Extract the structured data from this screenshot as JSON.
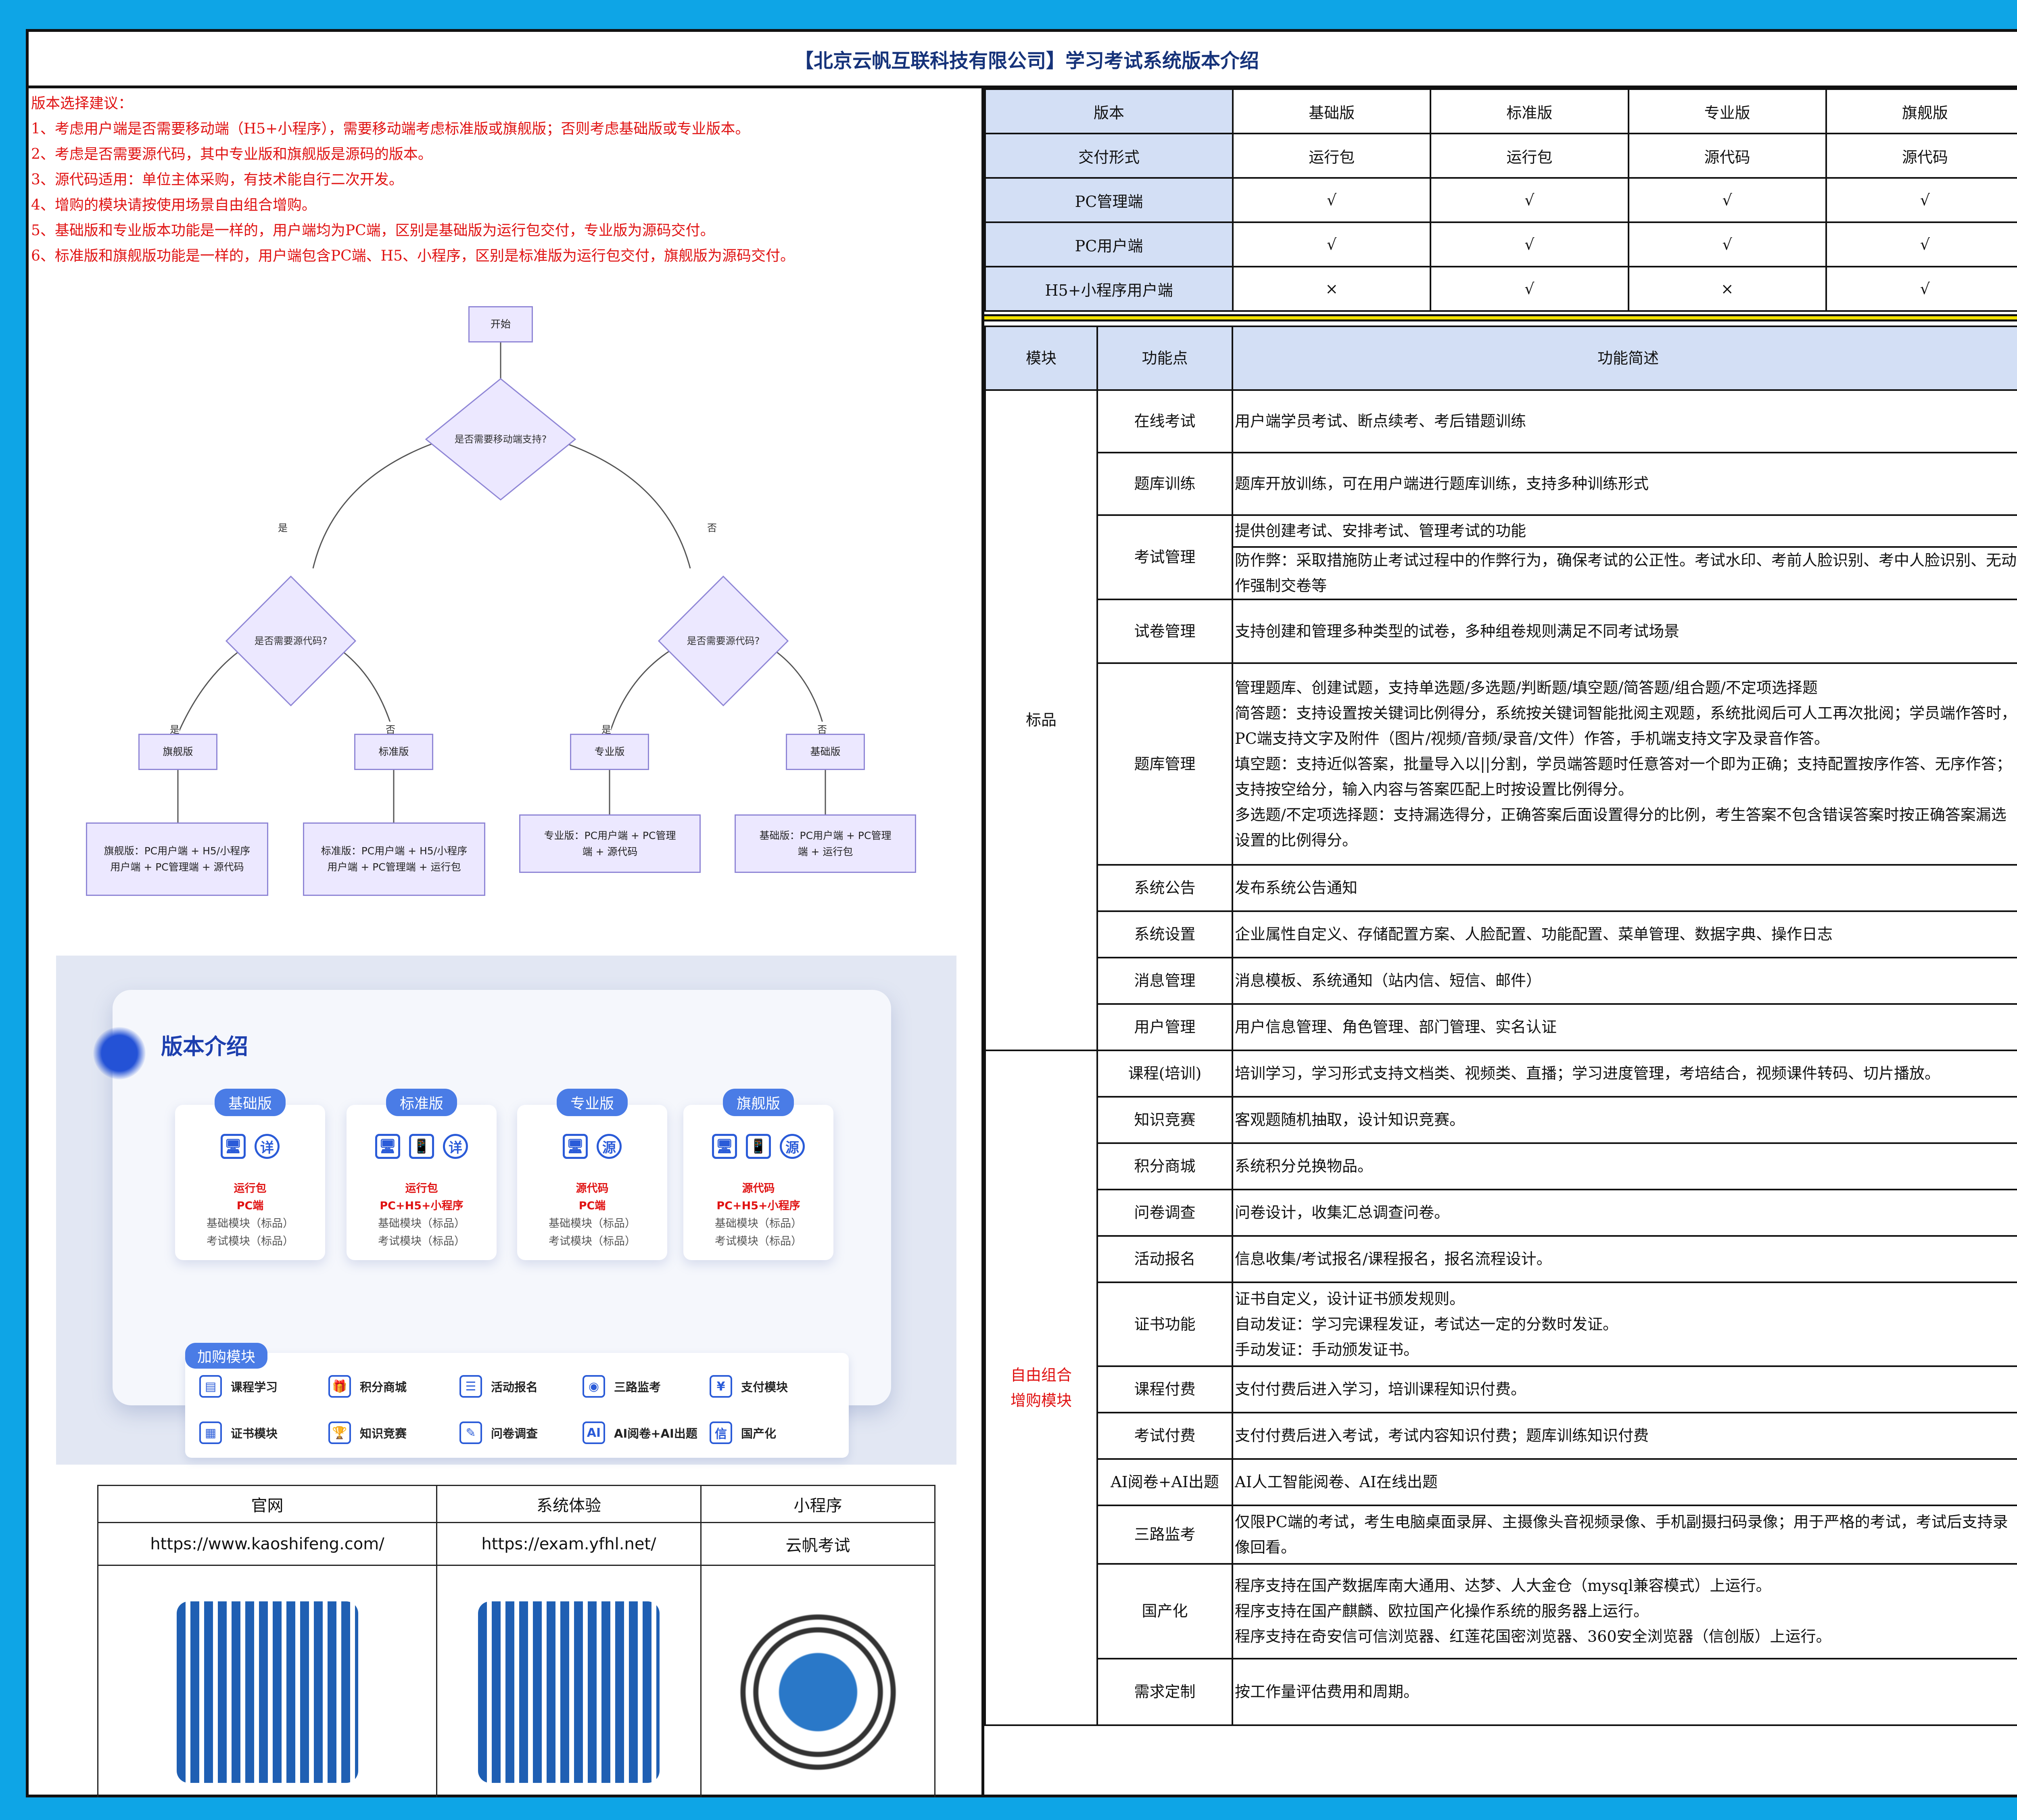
{
  "page_title": "【北京云帆互联科技有限公司】学习考试系统版本介绍",
  "advice": [
    "版本选择建议：",
    "1、考虑用户端是否需要移动端（H5+小程序），需要移动端考虑标准版或旗舰版；否则考虑基础版或专业版本。",
    "2、考虑是否需要源代码，其中专业版和旗舰版是源码的版本。",
    "3、源代码适用：单位主体采购，有技术能自行二次开发。",
    "4、增购的模块请按使用场景自由组合增购。",
    "5、基础版和专业版本功能是一样的，用户端均为PC端，区别是基础版为运行包交付，专业版为源码交付。",
    "6、标准版和旗舰版功能是一样的，用户端包含PC端、H5、小程序，区别是标准版为运行包交付，旗舰版为源码交付。"
  ],
  "flow": {
    "start": "开始",
    "q1": "是否需要移动端支持?",
    "q2a": "是否需要源代码?",
    "q2b": "是否需要源代码?",
    "yes": "是",
    "no": "否",
    "v1": "旗舰版",
    "v2": "标准版",
    "v3": "专业版",
    "v4": "基础版",
    "d1": "旗舰版：PC用户端 + H5/小程序用户端 + PC管理端 + 源代码",
    "d2": "标准版：PC用户端 + H5/小程序用户端 + PC管理端 + 运行包",
    "d3": "专业版：PC用户端 + PC管理端 + 源代码",
    "d4": "基础版：PC用户端 + PC管理端 + 运行包"
  },
  "promo": {
    "title": "版本介绍",
    "editions": [
      {
        "name": "基础版",
        "l1": "运行包",
        "l2": "PC端",
        "l3": "基础模块（标品）",
        "l4": "考试模块（标品）",
        "icons": [
          "🖥",
          "详"
        ]
      },
      {
        "name": "标准版",
        "l1": "运行包",
        "l2": "PC+H5+小程序",
        "l3": "基础模块（标品）",
        "l4": "考试模块（标品）",
        "icons": [
          "🖥",
          "📱",
          "详"
        ]
      },
      {
        "name": "专业版",
        "l1": "源代码",
        "l2": "PC端",
        "l3": "基础模块（标品）",
        "l4": "考试模块（标品）",
        "icons": [
          "🖥",
          "源"
        ]
      },
      {
        "name": "旗舰版",
        "l1": "源代码",
        "l2": "PC+H5+小程序",
        "l3": "基础模块（标品）",
        "l4": "考试模块（标品）",
        "icons": [
          "🖥",
          "📱",
          "源"
        ]
      }
    ],
    "addon_title": "加购模块",
    "addons": [
      {
        "label": "课程学习",
        "icon": "▤"
      },
      {
        "label": "积分商城",
        "icon": "🎁"
      },
      {
        "label": "活动报名",
        "icon": "☰"
      },
      {
        "label": "三路监考",
        "icon": "◉"
      },
      {
        "label": "支付模块",
        "icon": "¥"
      },
      {
        "label": "证书模块",
        "icon": "▦"
      },
      {
        "label": "知识竞赛",
        "icon": "🏆"
      },
      {
        "label": "问卷调查",
        "icon": "✎"
      },
      {
        "label": "AI阅卷+AI出题",
        "icon": "AI"
      },
      {
        "label": "国产化",
        "icon": "信"
      }
    ]
  },
  "links": {
    "h1": "官网",
    "h2": "系统体验",
    "h3": "小程序",
    "u1": "https://www.kaoshifeng.com/",
    "u2": "https://exam.yfhl.net/",
    "u3": "云帆考试"
  },
  "version_table": {
    "header": [
      "版本",
      "基础版",
      "标准版",
      "专业版",
      "旗舰版"
    ],
    "rows": [
      [
        "交付形式",
        "运行包",
        "运行包",
        "源代码",
        "源代码"
      ],
      [
        "PC管理端",
        "√",
        "√",
        "√",
        "√"
      ],
      [
        "PC用户端",
        "√",
        "√",
        "√",
        "√"
      ],
      [
        "H5+小程序用户端",
        "×",
        "√",
        "×",
        "√"
      ]
    ]
  },
  "feature_table": {
    "header": [
      "模块",
      "功能点",
      "功能简述"
    ],
    "std_module": "标品",
    "opt_module": "自由组合\n增购模块",
    "std": [
      {
        "f": "在线考试",
        "d": [
          "用户端学员考试、断点续考、考后错题训练"
        ]
      },
      {
        "f": "题库训练",
        "d": [
          "题库开放训练，可在用户端进行题库训练，支持多种训练形式"
        ]
      },
      {
        "f": "考试管理",
        "d": [
          "提供创建考试、安排考试、管理考试的功能"
        ],
        "d2": [
          "防作弊：采取措施防止考试过程中的作弊行为，确保考试的公正性。考试水印、考前人脸识别、考中人脸识别、无动作强制交卷等"
        ]
      },
      {
        "f": "试卷管理",
        "d": [
          "支持创建和管理多种类型的试卷，多种组卷规则满足不同考试场景"
        ]
      },
      {
        "f": "题库管理",
        "d": [
          "管理题库、创建试题，支持单选题/多选题/判断题/填空题/简答题/组合题/不定项选择题",
          "简答题：支持设置按关键词比例得分，系统按关键词智能批阅主观题，系统批阅后可人工再次批阅；学员端作答时，PC端支持文字及附件（图片/视频/音频/录音/文件）作答，手机端支持文字及录音作答。",
          "填空题：支持近似答案，批量导入以||分割，学员端答题时任意答对一个即为正确；支持配置按序作答、无序作答；支持按空给分，输入内容与答案匹配上时按设置比例得分。",
          "多选题/不定项选择题：支持漏选得分，正确答案后面设置得分的比例，考生答案不包含错误答案时按正确答案漏选设置的比例得分。"
        ]
      },
      {
        "f": "系统公告",
        "d": [
          "发布系统公告通知"
        ]
      },
      {
        "f": "系统设置",
        "d": [
          "企业属性自定义、存储配置方案、人脸配置、功能配置、菜单管理、数据字典、操作日志"
        ]
      },
      {
        "f": "消息管理",
        "d": [
          "消息模板、系统通知（站内信、短信、邮件）"
        ]
      },
      {
        "f": "用户管理",
        "d": [
          "用户信息管理、角色管理、部门管理、实名认证"
        ]
      }
    ],
    "opt": [
      {
        "f": "课程(培训)",
        "d": [
          "培训学习，学习形式支持文档类、视频类、直播；学习进度管理，考培结合，视频课件转码、切片播放。"
        ]
      },
      {
        "f": "知识竞赛",
        "d": [
          "客观题随机抽取，设计知识竞赛。"
        ]
      },
      {
        "f": "积分商城",
        "d": [
          "系统积分兑换物品。"
        ]
      },
      {
        "f": "问卷调查",
        "d": [
          "问卷设计，收集汇总调查问卷。"
        ]
      },
      {
        "f": "活动报名",
        "d": [
          "信息收集/考试报名/课程报名，报名流程设计。"
        ]
      },
      {
        "f": "证书功能",
        "d": [
          "证书自定义，设计证书颁发规则。",
          "自动发证：学习完课程发证，考试达一定的分数时发证。",
          "手动发证：手动颁发证书。"
        ]
      },
      {
        "f": "课程付费",
        "d": [
          "支付付费后进入学习，培训课程知识付费。"
        ]
      },
      {
        "f": "考试付费",
        "d": [
          "支付付费后进入考试，考试内容知识付费；题库训练知识付费"
        ]
      },
      {
        "f": "AI阅卷+AI出题",
        "d": [
          "AI人工智能阅卷、AI在线出题"
        ]
      },
      {
        "f": "三路监考",
        "d": [
          "仅限PC端的考试，考生电脑桌面录屏、主摄像头音视频录像、手机副摄扫码录像；用于严格的考试，考试后支持录像回看。"
        ]
      },
      {
        "f": "国产化",
        "d": [
          "程序支持在国产数据库南大通用、达梦、人大金仓（mysql兼容模式）上运行。",
          "程序支持在国产麒麟、欧拉国产化操作系统的服务器上运行。",
          "程序支持在奇安信可信浏览器、红莲花国密浏览器、360安全浏览器（信创版）上运行。"
        ]
      },
      {
        "f": "需求定制",
        "d": [
          "按工作量评估费用和周期。"
        ]
      }
    ]
  }
}
